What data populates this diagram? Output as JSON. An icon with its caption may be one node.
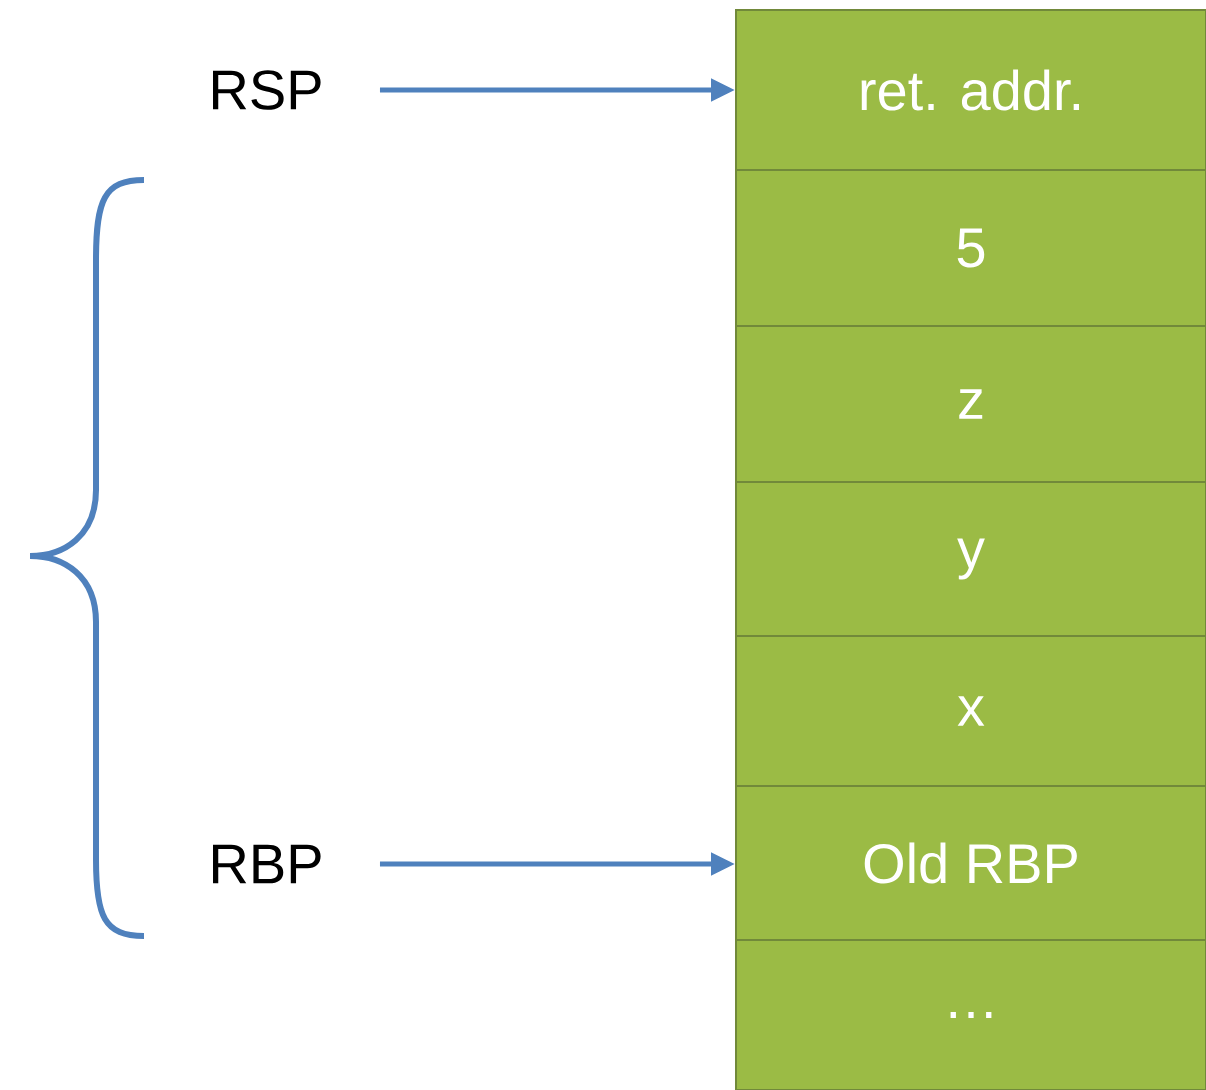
{
  "diagram": {
    "nodes": [
      {
        "text": [
          "RSP"
        ]
      },
      {
        "text": [
          "RBP"
        ]
      },
      {
        "text": [
          "ret. addr."
        ]
      },
      {
        "text": [
          "5"
        ]
      },
      {
        "text": [
          "z"
        ]
      },
      {
        "text": [
          "y"
        ]
      },
      {
        "text": [
          "x"
        ]
      },
      {
        "text": [
          "Old RBP"
        ]
      },
      {
        "text": [
          "…"
        ]
      }
    ],
    "edges": [
      {
        "from": 0,
        "to": 2,
        "arrow": "to"
      },
      {
        "from": 1,
        "to": 7,
        "arrow": "to"
      }
    ]
  }
}
